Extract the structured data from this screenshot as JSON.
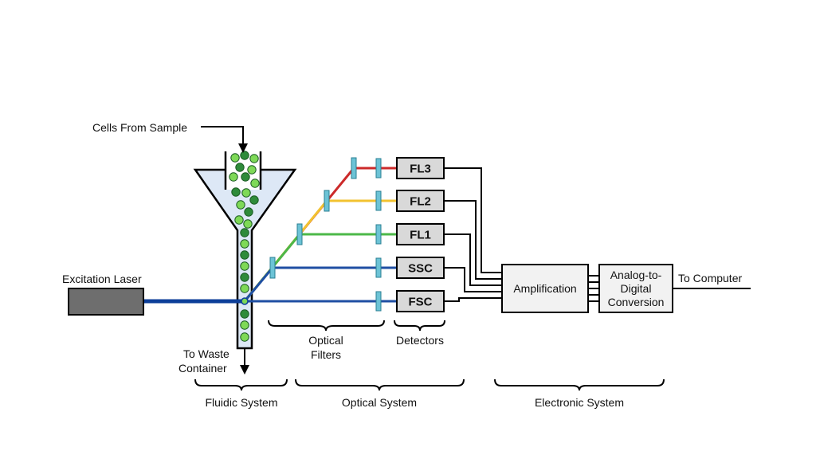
{
  "labels": {
    "cells_from_sample": "Cells From Sample",
    "excitation_laser": "Excitation Laser",
    "to_waste_line1": "To Waste",
    "to_waste_line2": "Container",
    "optical_filters_line1": "Optical",
    "optical_filters_line2": "Filters",
    "detectors": "Detectors",
    "fluidic_system": "Fluidic System",
    "optical_system": "Optical System",
    "electronic_system": "Electronic System",
    "to_computer": "To Computer"
  },
  "detectors": [
    {
      "label": "FL3",
      "color": "#cc2a2a"
    },
    {
      "label": "FL2",
      "color": "#f2c230"
    },
    {
      "label": "FL1",
      "color": "#4cb848"
    },
    {
      "label": "SSC",
      "color": "#1f4fa3"
    },
    {
      "label": "FSC",
      "color": "#1f4fa3"
    }
  ],
  "amplification": "Amplification",
  "adc": {
    "line1": "Analog-to-",
    "line2": "Digital",
    "line3": "Conversion"
  },
  "colors": {
    "laser_body": "#6e6e6e",
    "laser_beam": "#0d3f99",
    "filter": "#6cc3d6",
    "detector_fill": "#d9d9d9",
    "funnel_fill": "#dde8f6",
    "cell_light": "#7ed957",
    "cell_dark": "#2e8b3a"
  }
}
